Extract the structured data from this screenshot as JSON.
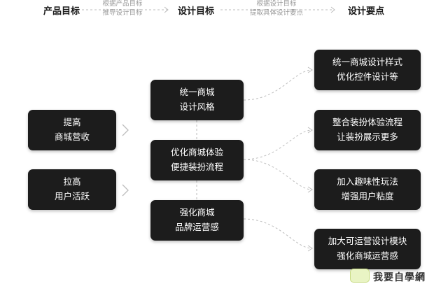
{
  "header": {
    "col1_title": "产品目标",
    "col2_title": "设计目标",
    "col3_title": "设计要点",
    "arrow1_notes": [
      "根据产品目标",
      "推导设计目标"
    ],
    "arrow2_notes": [
      "根据设计目标",
      "提取具体设计要点"
    ]
  },
  "product_goals": [
    [
      "提高",
      "商城营收"
    ],
    [
      "拉高",
      "用户活跃"
    ]
  ],
  "design_goals": [
    [
      "统一商城",
      "设计风格"
    ],
    [
      "优化商城体验",
      "便捷装扮流程"
    ],
    [
      "强化商城",
      "品牌运营感"
    ]
  ],
  "design_points": [
    [
      "统一商城设计样式",
      "优化控件设计等"
    ],
    [
      "整合装扮体验流程",
      "让装扮展示更多"
    ],
    [
      "加入趣味性玩法",
      "增强用户粘度"
    ],
    [
      "加大可运营设计模块",
      "强化商城运营感"
    ]
  ],
  "logo": {
    "text": "我要自學網"
  },
  "colors": {
    "node_bg": "#1c1c1c",
    "node_text": "#ffffff",
    "connector": "#bdbdbd",
    "note_text": "#9a9a9a"
  }
}
